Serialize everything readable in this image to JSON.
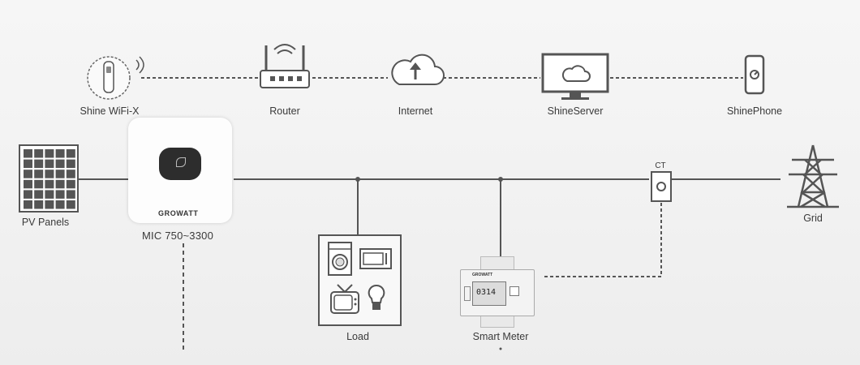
{
  "labels": {
    "shine_wifi": "Shine WiFi-X",
    "router": "Router",
    "internet": "Internet",
    "shine_server": "ShineServer",
    "shine_phone": "ShinePhone",
    "pv_panels": "PV Panels",
    "inverter_model": "MIC 750~3300",
    "inverter_brand": "GROWATT",
    "ct": "CT",
    "grid": "Grid",
    "load": "Load",
    "smart_meter": "Smart Meter",
    "meter_brand": "GROWATT",
    "meter_display": "0314"
  },
  "icons": {
    "shine_wifi": "wifi-dongle-icon",
    "router": "router-icon",
    "internet": "cloud-upload-icon",
    "shine_server": "monitor-cloud-icon",
    "shine_phone": "smartphone-icon",
    "pv_panels": "solar-panel-icon",
    "inverter": "inverter-icon",
    "ct": "current-transformer-icon",
    "grid": "power-tower-icon",
    "load_washer": "washing-machine-icon",
    "load_microwave": "microwave-icon",
    "load_tv": "tv-icon",
    "load_bulb": "light-bulb-icon",
    "smart_meter": "smart-meter-icon"
  },
  "colors": {
    "line": "#555555",
    "icon": "#4a4a4a",
    "background": "#f4f4f4"
  }
}
